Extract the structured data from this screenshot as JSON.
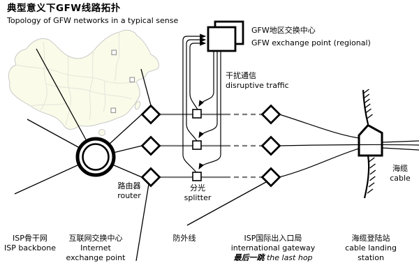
{
  "title": {
    "zh": "典型意义下GFW线路拓扑",
    "en": "Topology of GFW networks in a typical sense"
  },
  "labels": {
    "gfw_exchange": {
      "zh": "GFW地区交换中心",
      "en": "GFW exchange point (regional)"
    },
    "disruptive_traffic": {
      "zh": "干扰通信",
      "en": "disruptive traffic"
    },
    "router": {
      "zh": "路由器",
      "en": "router"
    },
    "splitter": {
      "zh": "分光",
      "en": "splitter"
    },
    "sea_cable": {
      "zh": "海缆",
      "en": "cable"
    },
    "isp_backbone": {
      "zh": "ISP骨干网",
      "en": "ISP backbone"
    },
    "internet_exchange": {
      "zh": "互联网交换中心",
      "en_line1": "Internet",
      "en_line2": "exchange point"
    },
    "bypass_line": {
      "zh": "防外线"
    },
    "international_gateway": {
      "zh": "ISP国际出入口局",
      "en": "international gateway",
      "note_zh": "最后一跳",
      "note_en": "the last hop"
    },
    "cable_landing": {
      "zh": "海缆登陆站",
      "en_line1": "cable landing",
      "en_line2": "station"
    }
  },
  "colors": {
    "line": "#000000",
    "route_line": "#7a7a7a",
    "node_fill": "#ffffff",
    "map_fill": "#fbfbe9",
    "map_border": "#c9c9c9",
    "map_province": "#e2e2da",
    "text": "#000000"
  }
}
